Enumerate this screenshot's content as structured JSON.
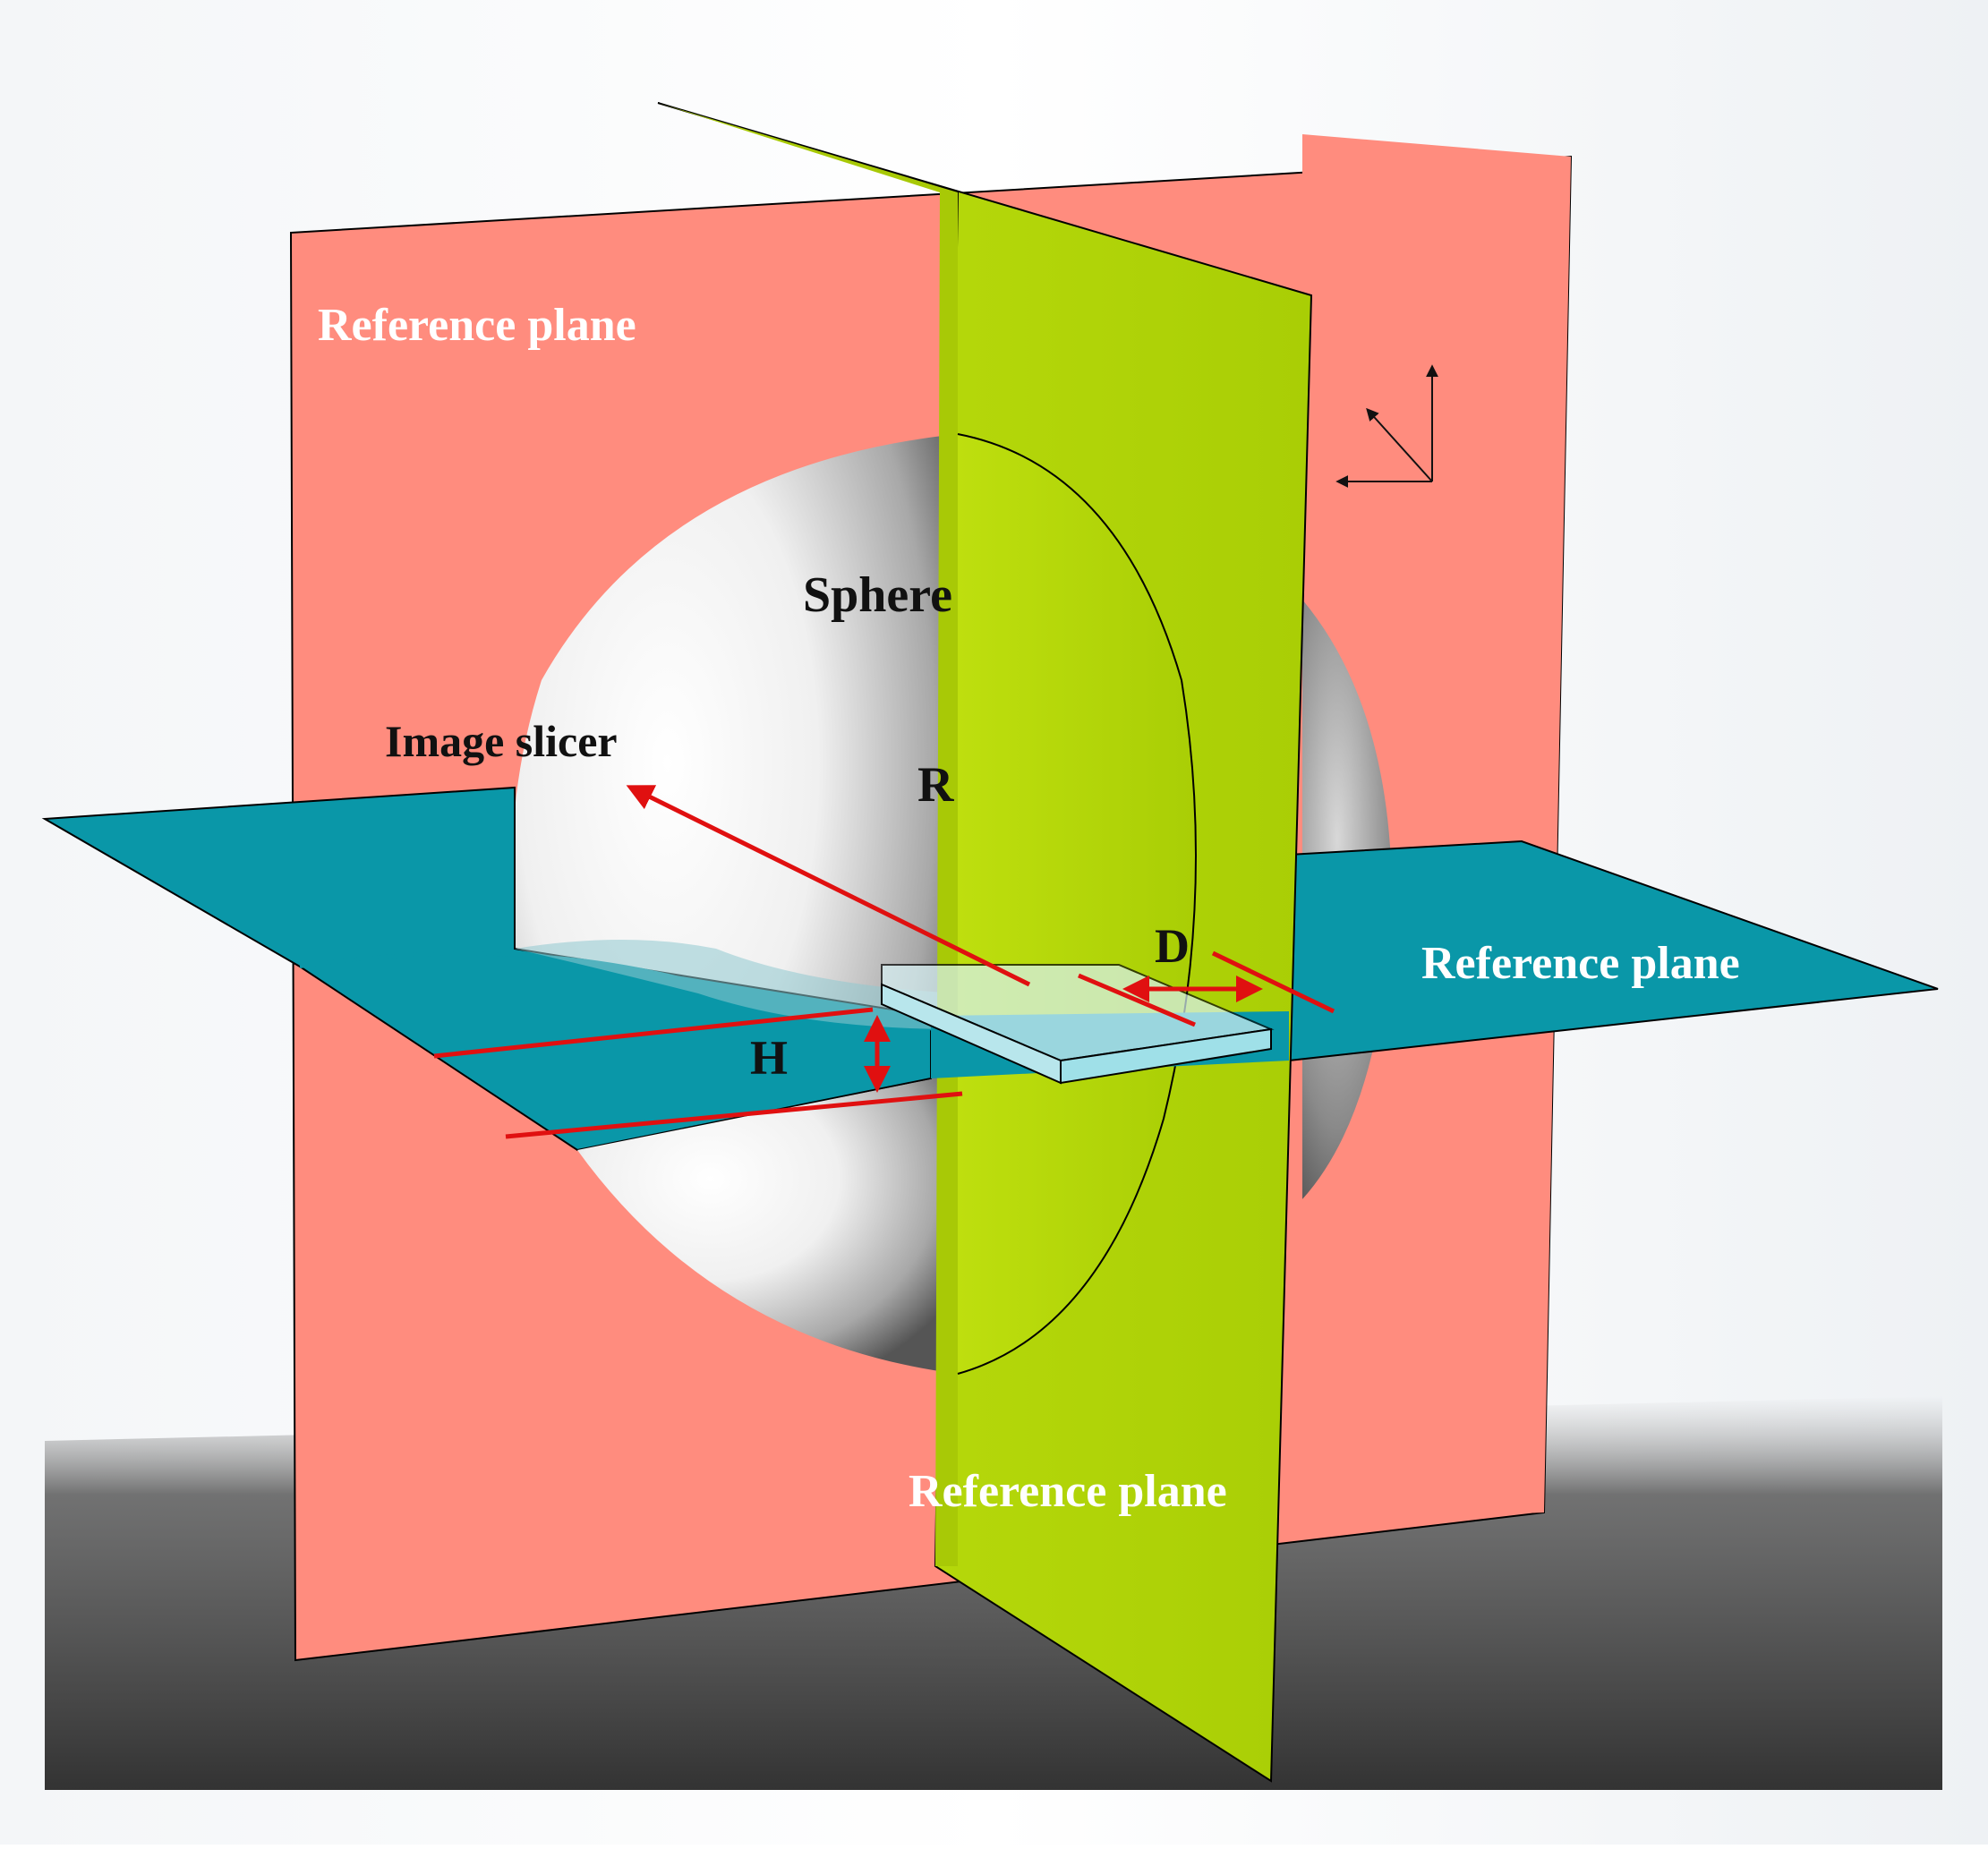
{
  "labels": {
    "ref_plane_left": "Reference plane",
    "ref_plane_right": "Reference plane",
    "ref_plane_bottom": "Reference plane",
    "sphere": "Sphere",
    "radius": "R",
    "image_slicer": "Image slicer",
    "height": "H",
    "distance": "D"
  },
  "colors": {
    "salmon_plane": "#FF8C7E",
    "green_plane": "#B4D80A",
    "teal_plane": "#0A97A8",
    "dimension_red": "#E01010",
    "sphere_light": "#FFFFFF",
    "sphere_dark": "#5A5A5A",
    "shadow": "#3C3C3C"
  },
  "icons": {
    "triad": "coordinate-axes-icon"
  }
}
